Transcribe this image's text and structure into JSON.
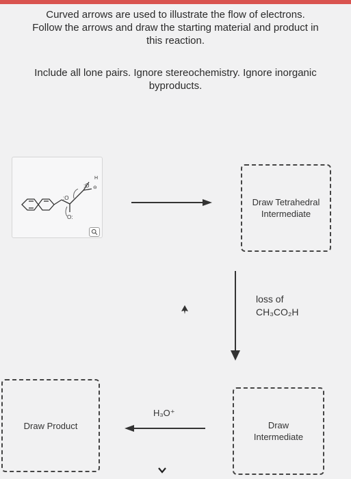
{
  "instructions": {
    "line1": "Curved arrows are used to illustrate the flow of electrons.",
    "line2": "Follow the arrows and draw the starting material and product in",
    "line3": "this reaction.",
    "line4": "Include all lone pairs. Ignore stereochemistry. Ignore inorganic",
    "line5": "byproducts."
  },
  "molecule": {
    "atom_o_top": ":O",
    "atom_o_right": ":O",
    "atom_o_bottom": "O:",
    "atom_h": "H",
    "charge": "⊖"
  },
  "boxes": {
    "tetrahedral_line1": "Draw Tetrahedral",
    "tetrahedral_line2": "Intermediate",
    "intermediate_line1": "Draw",
    "intermediate_line2": "Intermediate",
    "product": "Draw Product"
  },
  "reagents": {
    "loss_line1": "loss of",
    "loss_line2": "CH₃CO₂H",
    "acid": "H₃O⁺"
  },
  "colors": {
    "topbar": "#d9534f",
    "background": "#f1f1f2"
  },
  "icons": {
    "zoom": "magnifier-icon",
    "cursor": "pointer-cursor-icon",
    "chevron": "chevron-down-icon"
  }
}
